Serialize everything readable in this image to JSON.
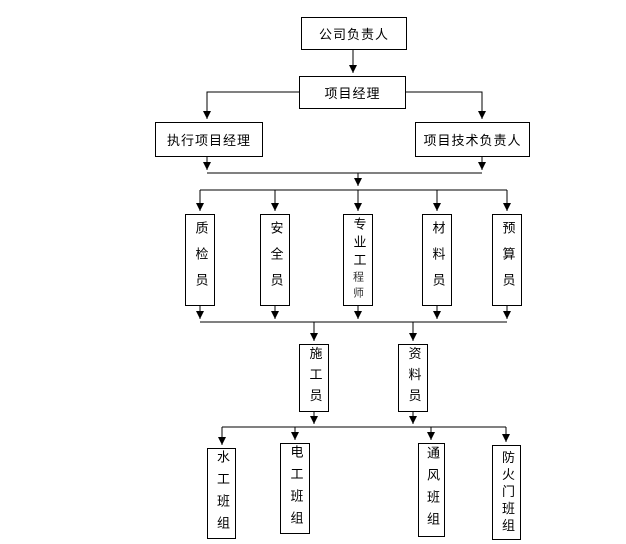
{
  "diagram": {
    "type": "org-chart",
    "background": "#ffffff",
    "line_color": "#000000",
    "box_border_color": "#000000",
    "text_color": "#000000"
  },
  "nodes": {
    "company": {
      "label": "公司负责人"
    },
    "project_manager": {
      "label": "项目经理"
    },
    "executive_pm": {
      "label": "执行项目经理"
    },
    "tech_lead": {
      "label": "项目技术负责人"
    },
    "quality": {
      "label": "质检员"
    },
    "safety": {
      "label": "安全员"
    },
    "engineer": {
      "label": "专业工程师",
      "label_main": "专业工",
      "label_sub": "程师"
    },
    "material": {
      "label": "材料员"
    },
    "budget": {
      "label": "预算员"
    },
    "construction": {
      "label": "施工员"
    },
    "documentation": {
      "label": "资料员"
    },
    "water_crew": {
      "label": "水工班组"
    },
    "electrician_crew": {
      "label": "电工班组"
    },
    "ventilation_crew": {
      "label": "通风班组"
    },
    "fire_door_crew": {
      "label": "防火门班组"
    }
  },
  "hierarchy": [
    {
      "parents": [
        "company"
      ],
      "children": [
        "project_manager"
      ]
    },
    {
      "parents": [
        "project_manager"
      ],
      "children": [
        "executive_pm",
        "tech_lead"
      ]
    },
    {
      "parents": [
        "executive_pm",
        "tech_lead"
      ],
      "children": [
        "quality",
        "safety",
        "engineer",
        "material",
        "budget"
      ]
    },
    {
      "parents": [
        "quality",
        "safety",
        "engineer",
        "material",
        "budget"
      ],
      "children": [
        "construction",
        "documentation"
      ]
    },
    {
      "parents": [
        "construction",
        "documentation"
      ],
      "children": [
        "water_crew",
        "electrician_crew",
        "ventilation_crew",
        "fire_door_crew"
      ]
    }
  ]
}
